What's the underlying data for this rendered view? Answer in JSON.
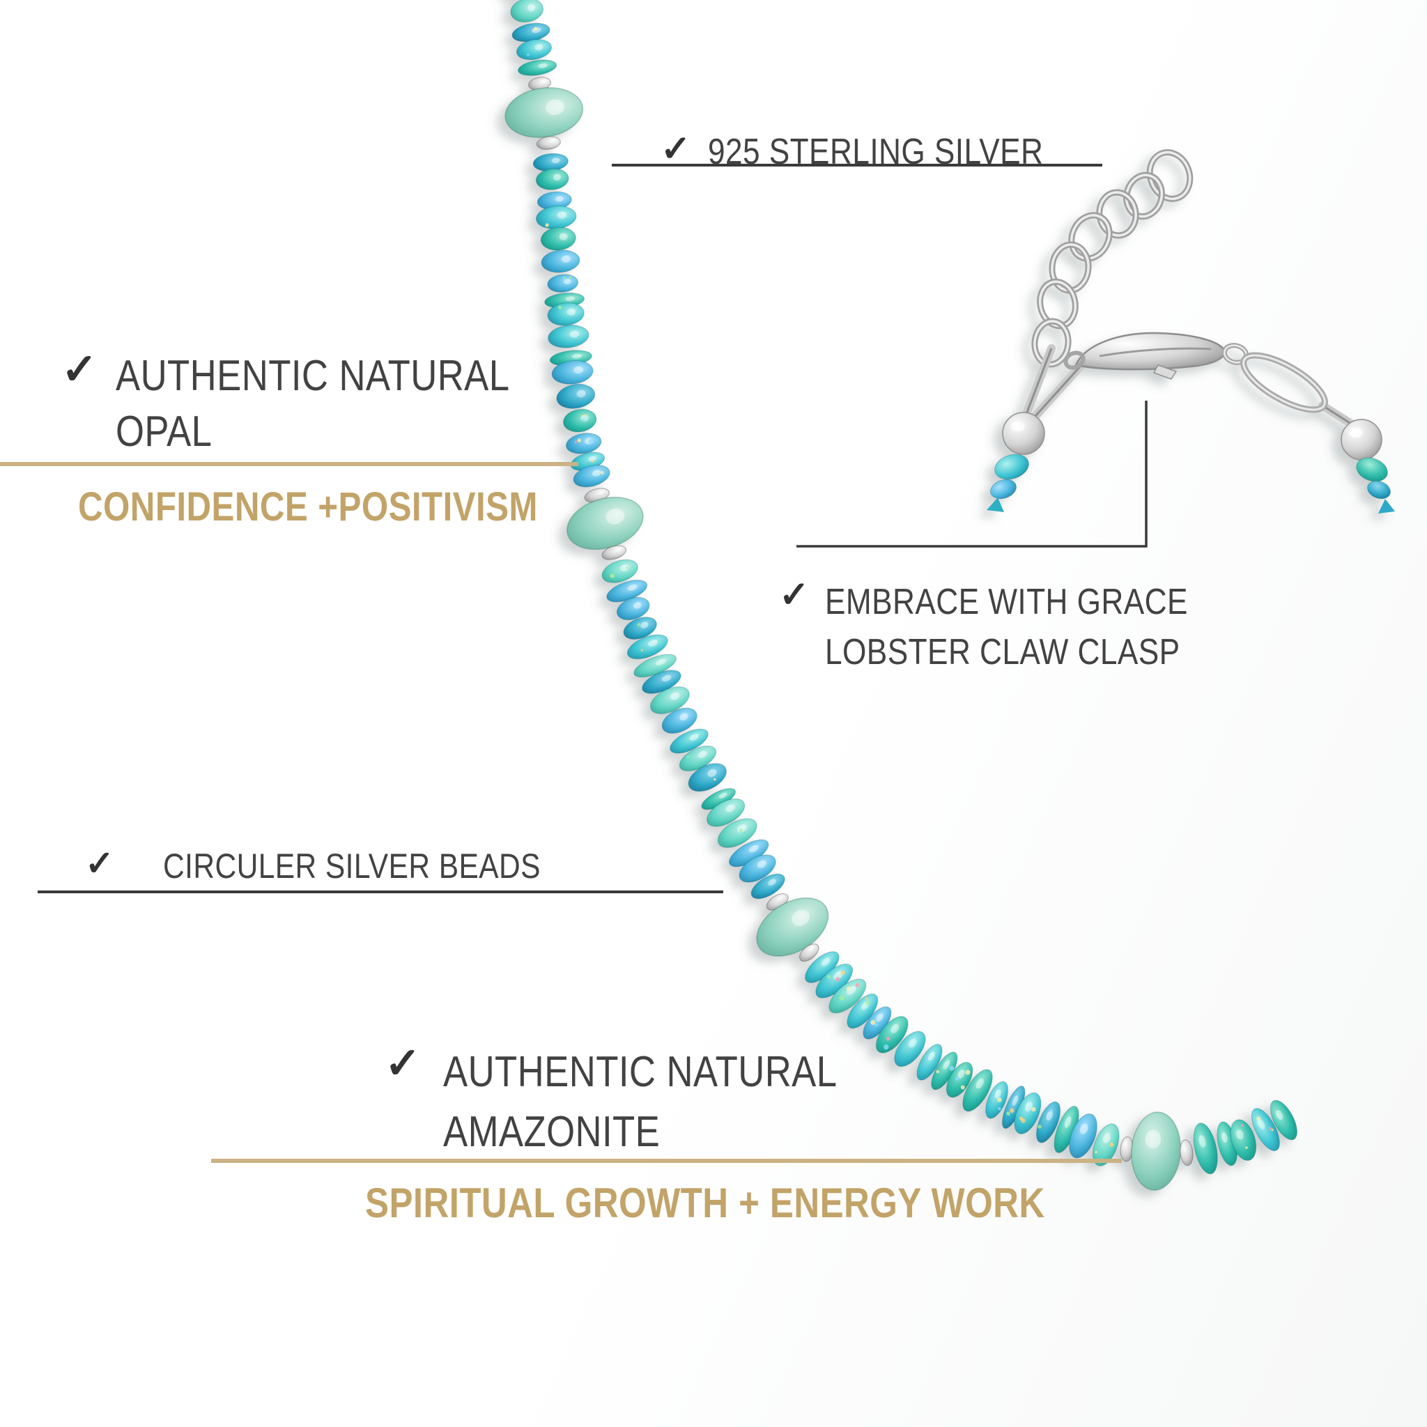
{
  "image": {
    "subject": "Turquoise opal and amazonite beaded necklace with sterling silver chain extender and lobster claw clasp on white background"
  },
  "annotations": {
    "sterling": {
      "check": "✓",
      "label": "925 STERLING SILVER"
    },
    "opal": {
      "check": "✓",
      "line1": "AUTHENTIC NATURAL",
      "line2": "OPAL",
      "benefit": "CONFIDENCE +POSITIVISM"
    },
    "clasp": {
      "check": "✓",
      "line1": "EMBRACE WITH GRACE",
      "line2": "LOBSTER CLAW CLASP"
    },
    "silver_beads": {
      "check": "✓",
      "label": "CIRCULER SILVER BEADS"
    },
    "amazonite": {
      "check": "✓",
      "line1": "AUTHENTIC NATURAL",
      "line2": "AMAZONITE",
      "benefit": "SPIRITUAL GROWTH + ENERGY WORK"
    }
  },
  "colors": {
    "background": "#ffffff",
    "text_dark": "#424242",
    "check_color": "#333333",
    "line_dark": "#3a3a3a",
    "gold_text": "#c2a368",
    "gold_line": "#cbb284",
    "opal_teal": "#35bcc9",
    "opal_blue": "#3aa8d8",
    "amazonite_green": "#82cdb9",
    "silver": "#c9c9c9"
  }
}
